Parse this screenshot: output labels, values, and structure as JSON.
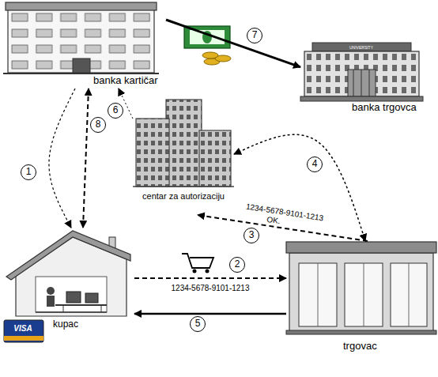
{
  "diagram": {
    "nodes": [
      {
        "text": [
          "banka kartičar"
        ]
      },
      {
        "text": [
          "banka trgovca"
        ]
      },
      {
        "text": [
          "centar za autorizaciju"
        ]
      },
      {
        "text": [
          "kupac"
        ]
      },
      {
        "text": [
          "trgovac"
        ]
      }
    ],
    "edges": [
      {
        "from": 0,
        "to": 3,
        "arrow": "to"
      },
      {
        "from": 3,
        "to": 4,
        "label": "1234-5678-9101-1213",
        "arrow": "to"
      },
      {
        "from": 4,
        "to": 2,
        "label": "1234-5678-9101-1213",
        "arrow": "to"
      },
      {
        "from": 2,
        "to": 4,
        "arrow": "both"
      },
      {
        "from": 4,
        "to": 3,
        "arrow": "to"
      },
      {
        "from": 2,
        "to": 0,
        "arrow": "to"
      },
      {
        "from": 0,
        "to": 1,
        "arrow": "to"
      },
      {
        "from": 0,
        "to": 3,
        "arrow": "both"
      }
    ],
    "labels": [
      "1",
      "2",
      "3",
      "4",
      "5",
      "6",
      "7",
      "8",
      "OK.",
      "VISA",
      "UNIVERSITY"
    ]
  }
}
